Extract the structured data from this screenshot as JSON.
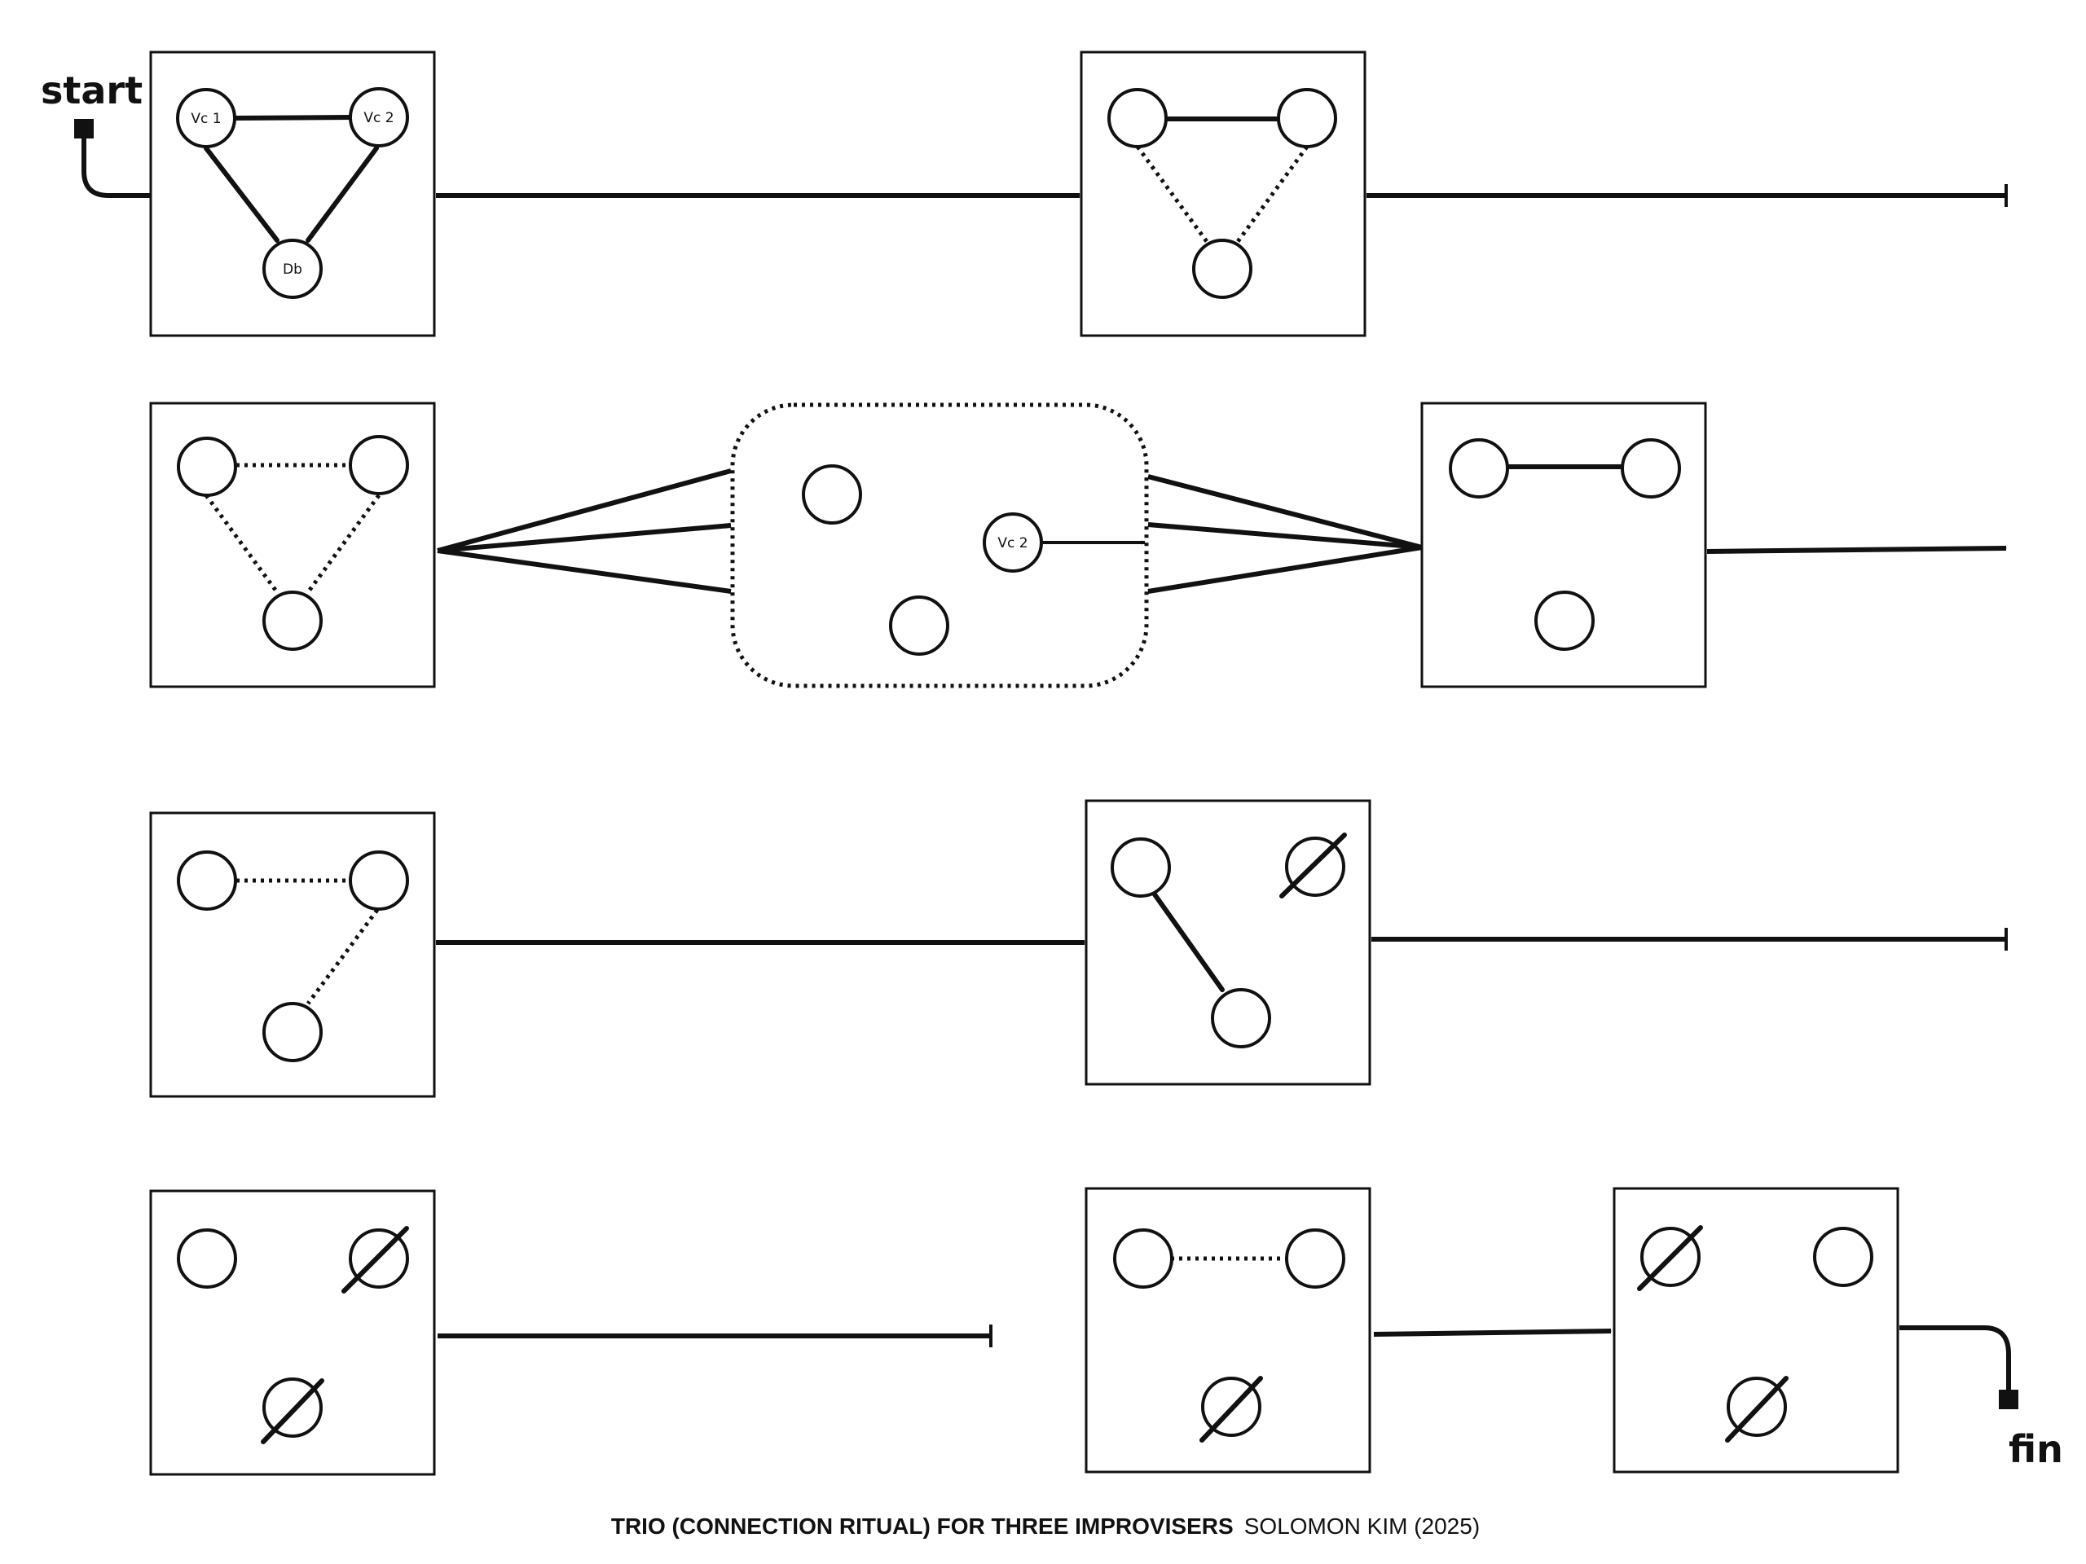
{
  "labels": {
    "start": "start",
    "fin": "fin",
    "vc1": "Vc 1",
    "vc2": "Vc 2",
    "db": "Db"
  },
  "footer": {
    "title": "TRIO (CONNECTION RITUAL) FOR THREE IMPROVISERS",
    "author": "SOLOMON KIM (2025)"
  }
}
